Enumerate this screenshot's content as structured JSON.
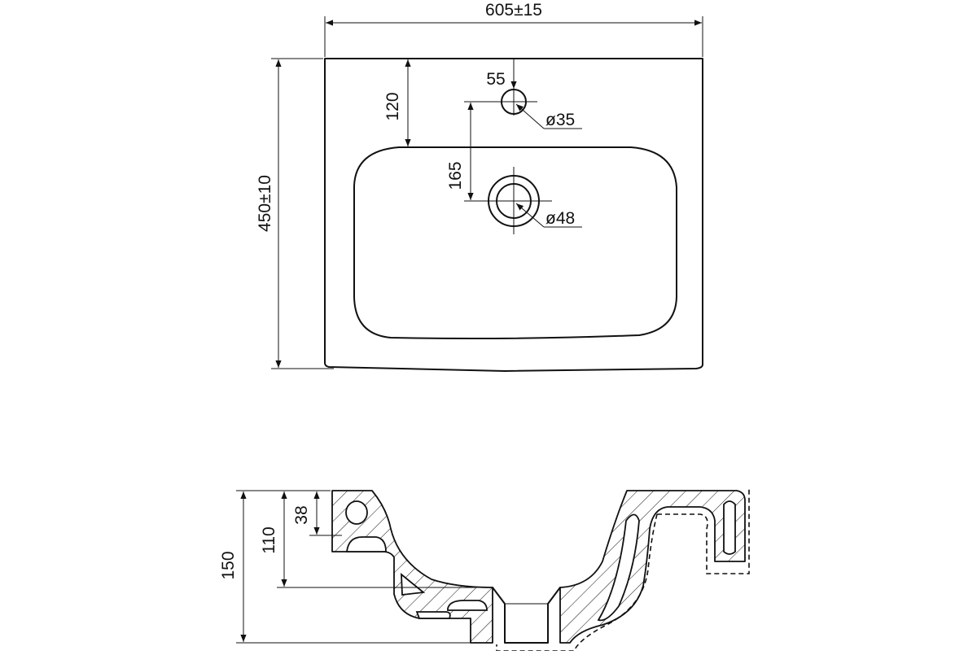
{
  "top_view": {
    "width_label": "605±15",
    "depth_label": "450±10",
    "tap_offset_label": "120",
    "tap_from_back_label": "55",
    "tap_hole_label": "ø35",
    "drain_offset_label": "165",
    "drain_hole_label": "ø48"
  },
  "section_view": {
    "total_height_label": "150",
    "bowl_depth_label": "110",
    "rim_height_label": "38"
  }
}
